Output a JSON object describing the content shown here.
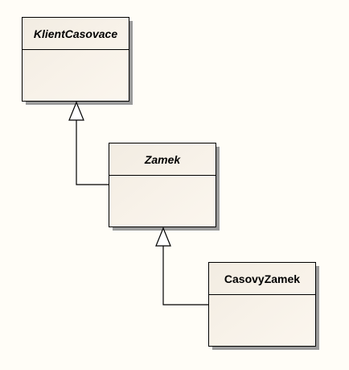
{
  "diagram": {
    "classes": [
      {
        "id": "klient",
        "name": "KlientCasovace",
        "abstract": true
      },
      {
        "id": "zamek",
        "name": "Zamek",
        "abstract": true
      },
      {
        "id": "casovy",
        "name": "CasovyZamek",
        "abstract": false
      }
    ],
    "relations": [
      {
        "type": "generalization",
        "from": "zamek",
        "to": "klient"
      },
      {
        "type": "generalization",
        "from": "casovy",
        "to": "zamek"
      }
    ]
  }
}
